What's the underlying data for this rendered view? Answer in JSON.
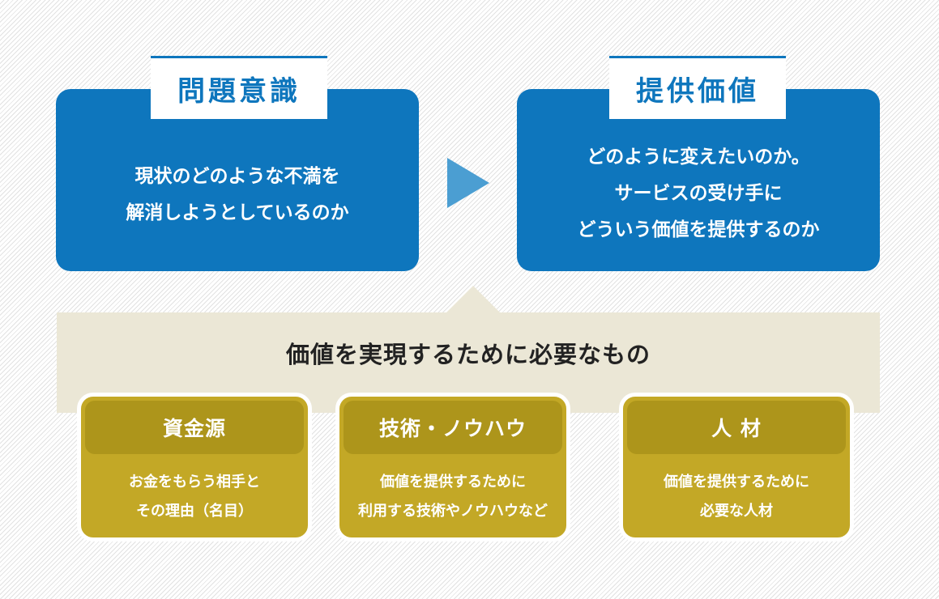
{
  "problem": {
    "title": "問題意識",
    "lines": [
      "現状のどのような不満を",
      "解消しようとしているのか"
    ]
  },
  "value": {
    "title": "提供価値",
    "lines": [
      "どのように変えたいのか。",
      "サービスの受け手に",
      "どういう価値を提供するのか"
    ]
  },
  "requirements": {
    "heading": "価値を実現するために必要なもの",
    "cards": [
      {
        "title": "資金源",
        "lines": [
          "お金をもらう相手と",
          "その理由（名目）"
        ]
      },
      {
        "title": "技術・ノウハウ",
        "lines": [
          "価値を提供するために",
          "利用する技術やノウハウなど"
        ]
      },
      {
        "title": "人 材",
        "lines": [
          "価値を提供するために",
          "必要な人材"
        ]
      }
    ]
  },
  "colors": {
    "blue": "#0e76bd",
    "arrow_blue": "#4b9ed2",
    "beige": "#ebe7d6",
    "gold": "#c3a826",
    "gold_dark": "#ad951b"
  }
}
